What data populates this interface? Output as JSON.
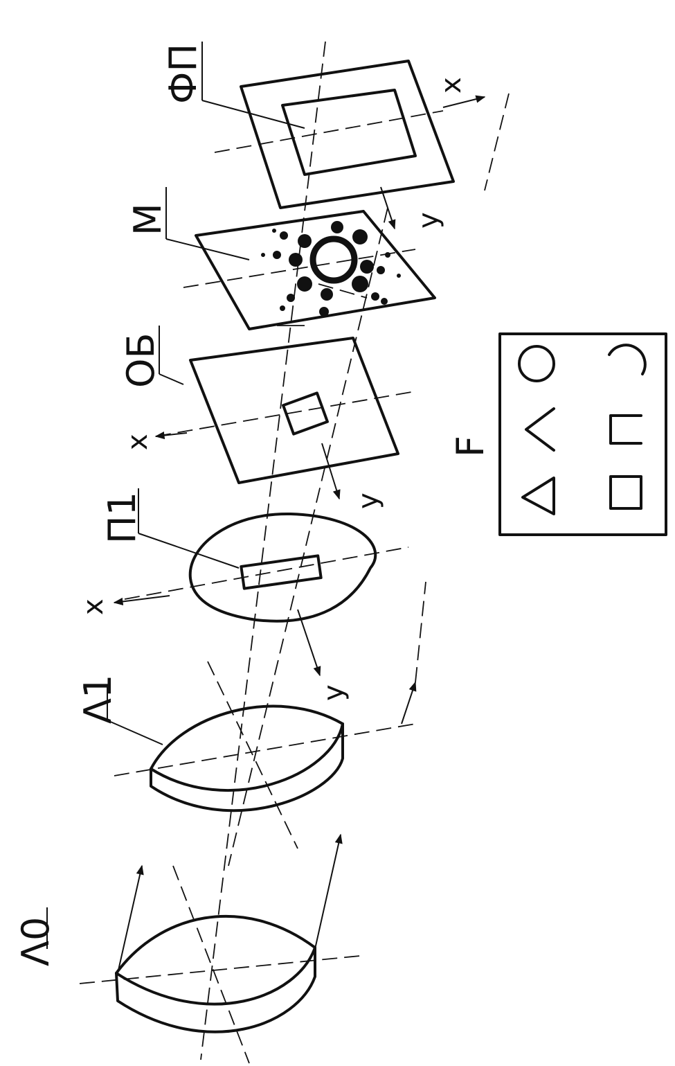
{
  "labels": {
    "lens_l0": "Λ0",
    "lens_l1": "Λ1",
    "plate_p1": "П1",
    "plate_ob": "ОБ",
    "mask_m": "М",
    "detector_fp": "ФП",
    "figure_f": "F"
  },
  "axes": {
    "x": "x",
    "y": "y"
  },
  "shapes_panel": {
    "items": [
      "triangle",
      "open-triangle",
      "circle",
      "square",
      "open-square",
      "open-circle"
    ]
  }
}
